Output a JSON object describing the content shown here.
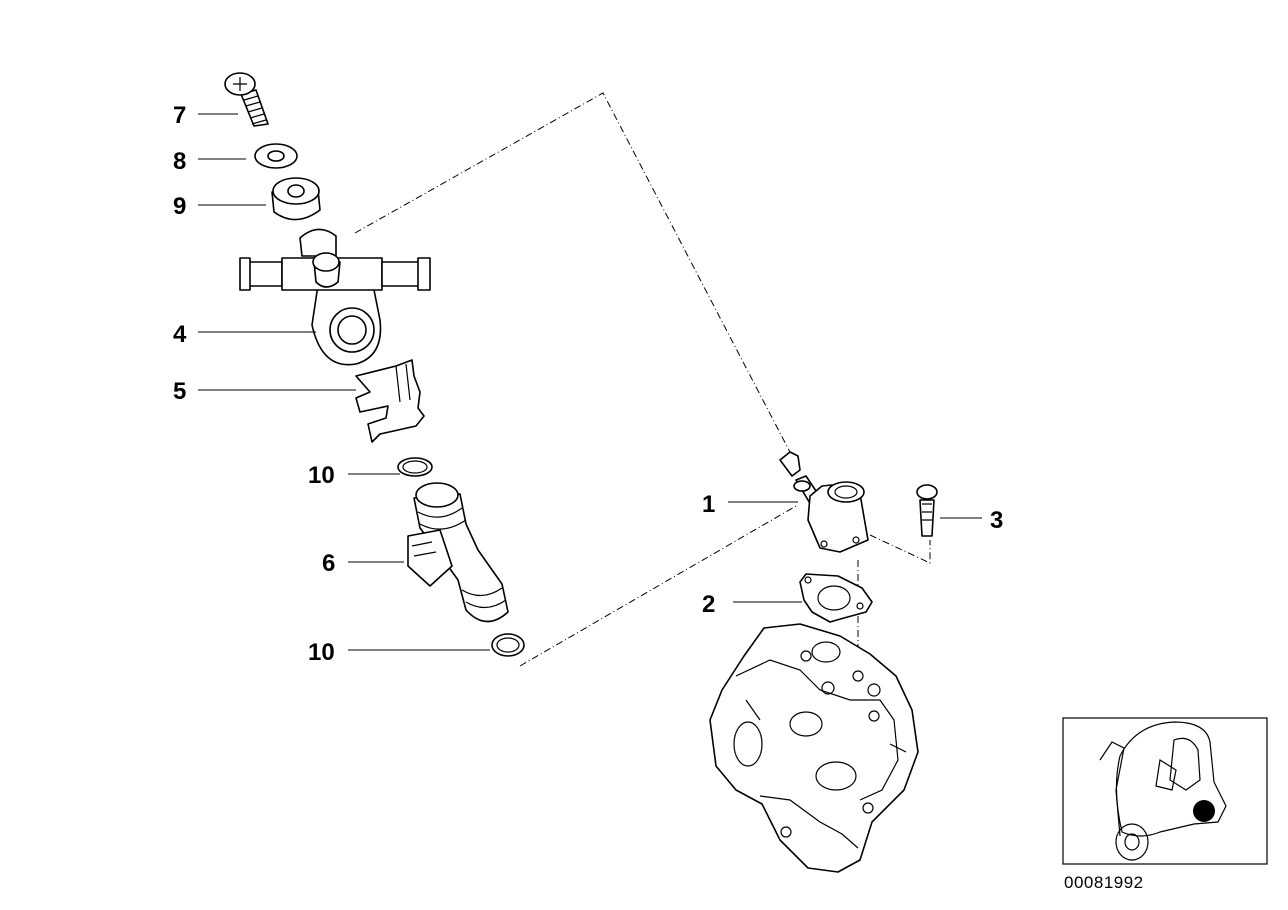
{
  "callouts": {
    "c1": "1",
    "c2": "2",
    "c3": "3",
    "c4": "4",
    "c5": "5",
    "c6": "6",
    "c7": "7",
    "c8": "8",
    "c9": "9",
    "c10a": "10",
    "c10b": "10"
  },
  "document_number": "00081992",
  "colors": {
    "line": "#000000",
    "background": "#ffffff",
    "marker": "#000000"
  }
}
